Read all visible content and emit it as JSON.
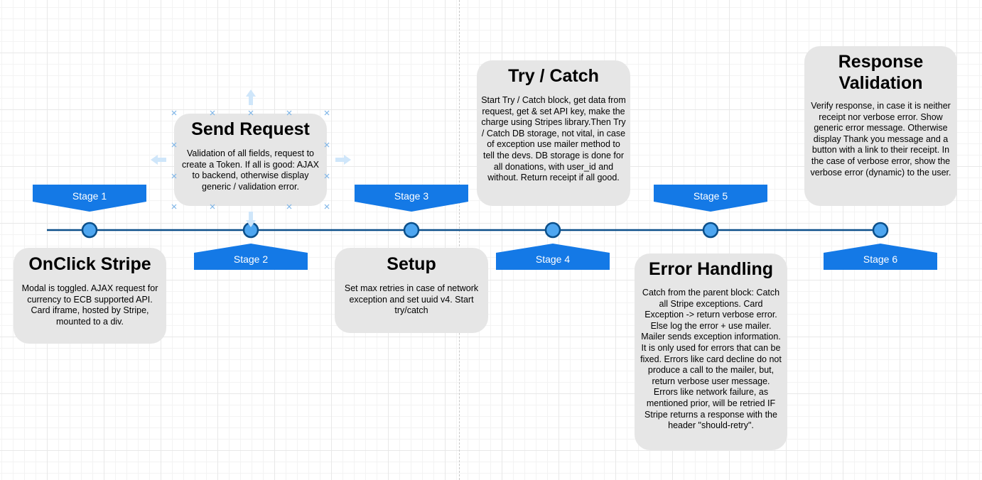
{
  "stages": [
    {
      "id": "stage-1",
      "label": "Stage 1",
      "position": "above",
      "title": "OnClick Stripe",
      "description": "Modal is toggled. AJAX request for currency to ECB supported API. Card iframe, hosted by Stripe, mounted to a div."
    },
    {
      "id": "stage-2",
      "label": "Stage 2",
      "position": "below",
      "title": "Send Request",
      "description": "Validation of all fields, request to create a Token. If all is good: AJAX to backend, otherwise display generic / validation error."
    },
    {
      "id": "stage-3",
      "label": "Stage 3",
      "position": "above",
      "title": "Setup",
      "description": "Set max retries in case of network exception and set uuid v4. Start try/catch"
    },
    {
      "id": "stage-4",
      "label": "Stage 4",
      "position": "below",
      "title": "Try / Catch",
      "description": "Start Try / Catch block, get data from request, get & set API key, make the charge using Stripes library.Then Try / Catch DB storage, not vital, in case of exception use mailer method to tell the devs. DB storage is done for all donations, with user_id and without. Return receipt if all good."
    },
    {
      "id": "stage-5",
      "label": "Stage 5",
      "position": "above",
      "title": "Error Handling",
      "description": "Catch from the parent block: Catch all Stripe exceptions. Card Exception -> return verbose error. Else log the error + use mailer. Mailer sends exception information. It is only used for errors that can be fixed. Errors like card decline do not produce a call to the mailer, but, return verbose user message. Errors like network failure, as mentioned prior, will be retried IF Stripe returns a response with the header \"should-retry\"."
    },
    {
      "id": "stage-6",
      "label": "Stage 6",
      "position": "below",
      "title": "Response Validation",
      "description": "Verify response, in case it is neither receipt nor verbose error. Show generic error message. Otherwise display Thank you message and a button with a link to their receipt. In the case of verbose error, show the verbose error (dynamic) to the user."
    }
  ],
  "colors": {
    "timeline_line": "#0b4f8a",
    "node_fill": "#4ea6f0",
    "node_stroke": "#0b4f8a",
    "stage_banner": "#1479e6",
    "card_fill": "#e6e6e6",
    "selection_handle": "#7fb6e8"
  },
  "selected_element": "stage-2"
}
